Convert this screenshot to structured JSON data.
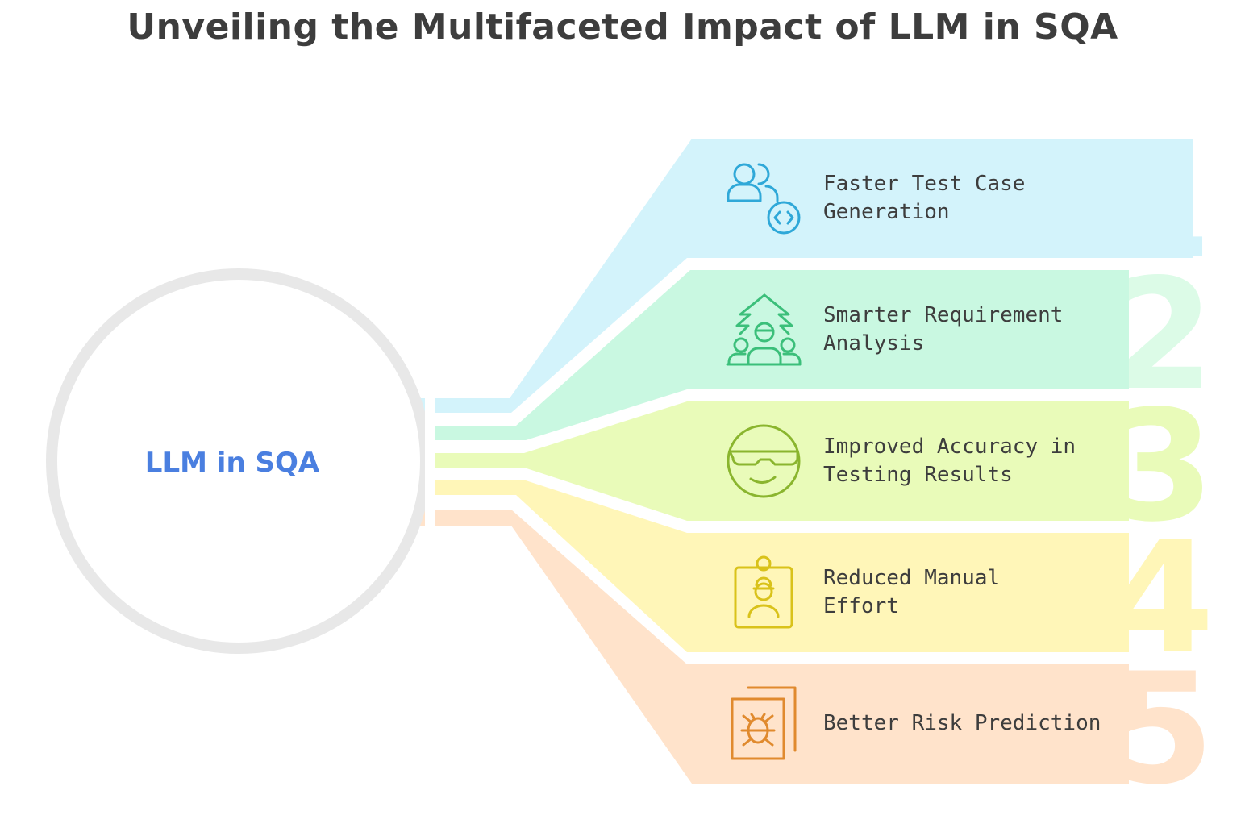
{
  "title": "Unveiling the Multifaceted Impact of LLM in SQA",
  "hub": {
    "label": "LLM in SQA",
    "label_color": "#4a7fe0",
    "ring_color": "#e8e8e8"
  },
  "items": [
    {
      "number": "1",
      "lines": [
        "Faster Test Case",
        "Generation"
      ],
      "icon": "users-code-icon",
      "fill": "#d3f3fb",
      "number_color": "#d3f3fb",
      "icon_color": "#2fa8d8"
    },
    {
      "number": "2",
      "lines": [
        "Smarter Requirement",
        "Analysis"
      ],
      "icon": "team-arrow-icon",
      "fill": "#c9f8e1",
      "number_color": "#dcfbe7",
      "icon_color": "#3bbf7a"
    },
    {
      "number": "3",
      "lines": [
        "Improved Accuracy in",
        "Testing Results"
      ],
      "icon": "smiley-goggles-icon",
      "fill": "#e9fbb9",
      "number_color": "#e9fbb9",
      "icon_color": "#8ab52e"
    },
    {
      "number": "4",
      "lines": [
        "Reduced Manual",
        "Effort"
      ],
      "icon": "worker-badge-icon",
      "fill": "#fff6b8",
      "number_color": "#fff6b8",
      "icon_color": "#d9c21a"
    },
    {
      "number": "5",
      "lines": [
        "Better Risk Prediction"
      ],
      "icon": "bug-document-icon",
      "fill": "#ffe3cb",
      "number_color": "#ffe3cb",
      "icon_color": "#e08a2e"
    }
  ]
}
